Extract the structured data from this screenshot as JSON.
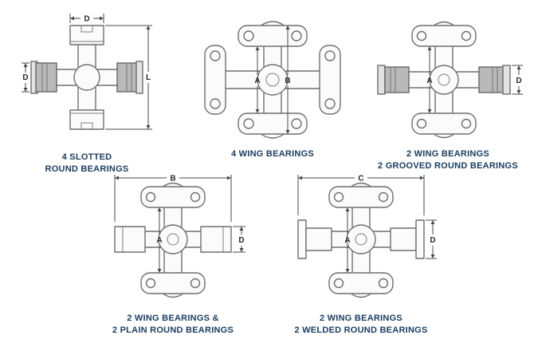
{
  "colors": {
    "caption_text": "#1b3e61",
    "drawing_line": "#6f6f6f",
    "shaded_fill": "#b9b9b9",
    "dimension_line": "#4a4a4a"
  },
  "diagrams": [
    {
      "name": "4 slotted round bearings",
      "caption_lines": [
        "4 SLOTTED",
        "ROUND BEARINGS"
      ],
      "dims": {
        "top": "D",
        "left": "D",
        "right": "L"
      }
    },
    {
      "name": "4 wing bearings",
      "caption_lines": [
        "4 WING BEARINGS"
      ],
      "dims": {
        "a": "A",
        "b": "B"
      }
    },
    {
      "name": "2 wing bearings, 2 grooved round bearings",
      "caption_lines": [
        "2 WING BEARINGS",
        "2 GROOVED ROUND BEARINGS"
      ],
      "dims": {
        "a": "A",
        "d": "D"
      }
    },
    {
      "name": "2 wing bearings and 2 plain round bearings",
      "caption_lines": [
        "2 WING BEARINGS &",
        "2 PLAIN ROUND BEARINGS"
      ],
      "dims": {
        "a": "A",
        "b": "B",
        "d": "D"
      }
    },
    {
      "name": "2 wing bearings, 2 welded round bearings",
      "caption_lines": [
        "2 WING BEARINGS",
        "2 WELDED ROUND BEARINGS"
      ],
      "dims": {
        "a": "A",
        "c": "C",
        "d": "D"
      }
    }
  ]
}
